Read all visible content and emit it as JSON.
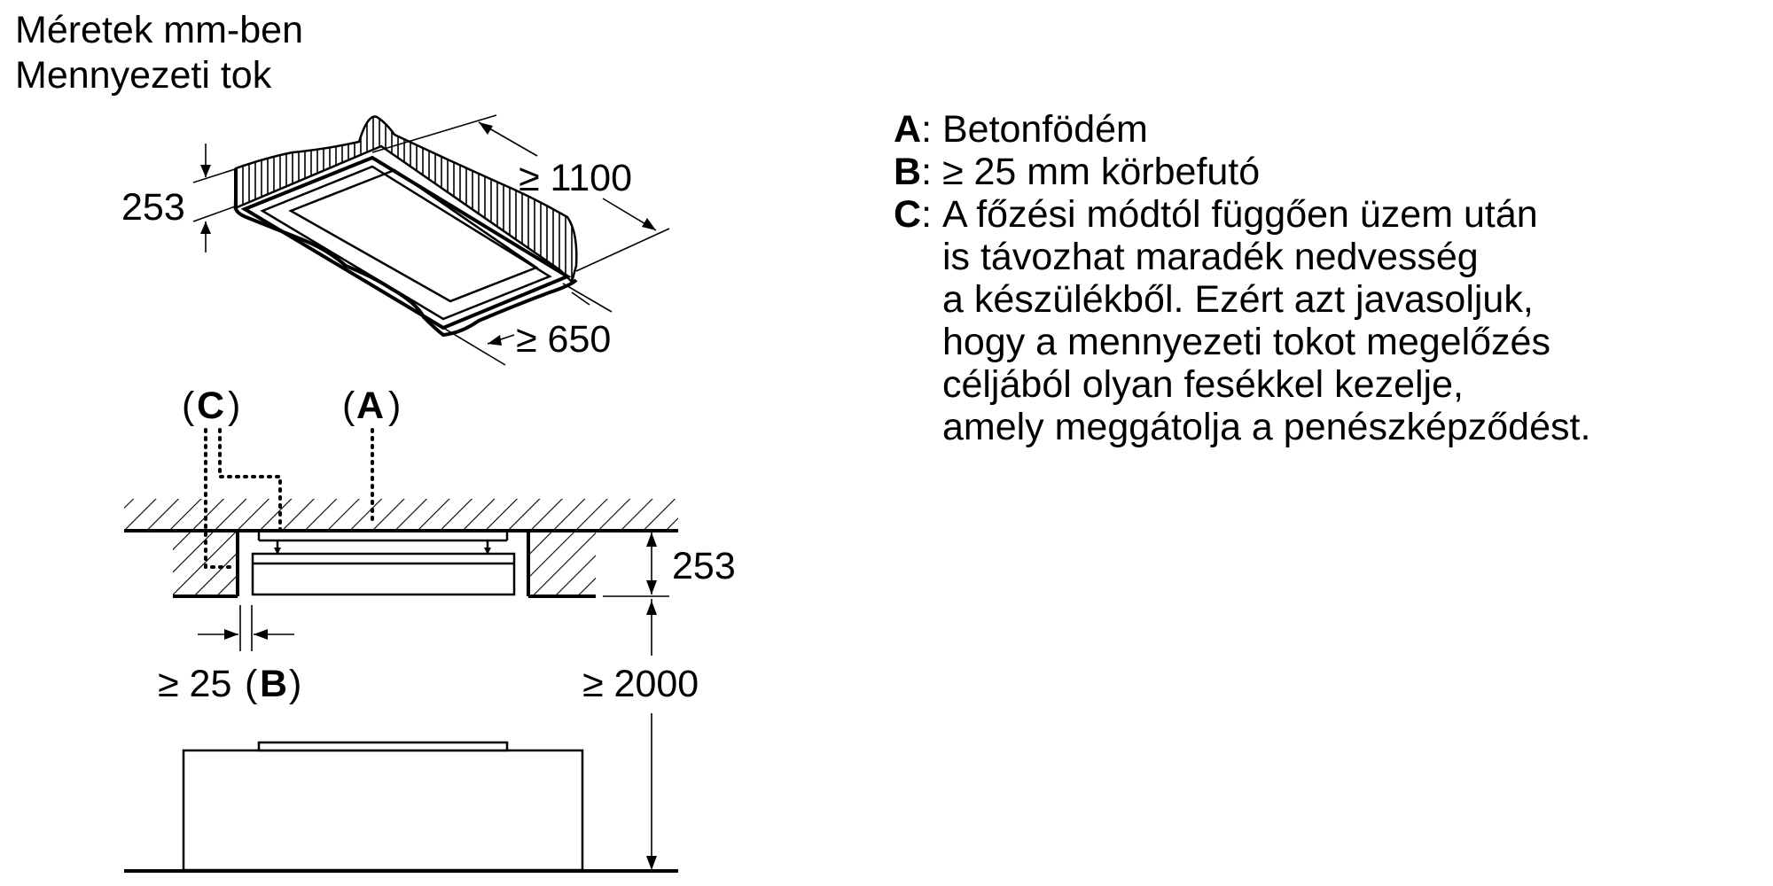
{
  "header": {
    "line1": "Méretek mm-ben",
    "line2": "Mennyezeti tok"
  },
  "iso_view": {
    "dim_height": "253",
    "dim_length": "≥ 1100",
    "dim_width": "≥ 650"
  },
  "section_view": {
    "callout_c": "C",
    "callout_a": "A",
    "dim_height": "253",
    "dim_gap": "≥ 25",
    "dim_gap_ref": "B",
    "dim_mount_height": "≥ 2000"
  },
  "legend": {
    "items": [
      {
        "key": "A",
        "sep": ":",
        "lines": [
          "Betonfödém"
        ]
      },
      {
        "key": "B",
        "sep": ":",
        "lines": [
          "≥ 25 mm körbefutó"
        ]
      },
      {
        "key": "C",
        "sep": ":",
        "lines": [
          "A főzési módtól függően üzem után",
          "is távozhat maradék nedvesség",
          "a készülékből. Ezért azt javasoljuk,",
          "hogy a mennyezeti tokot megelőzés",
          "céljából olyan fesékkel kezelje,",
          "amely meggátolja a penészképződést."
        ]
      }
    ]
  }
}
